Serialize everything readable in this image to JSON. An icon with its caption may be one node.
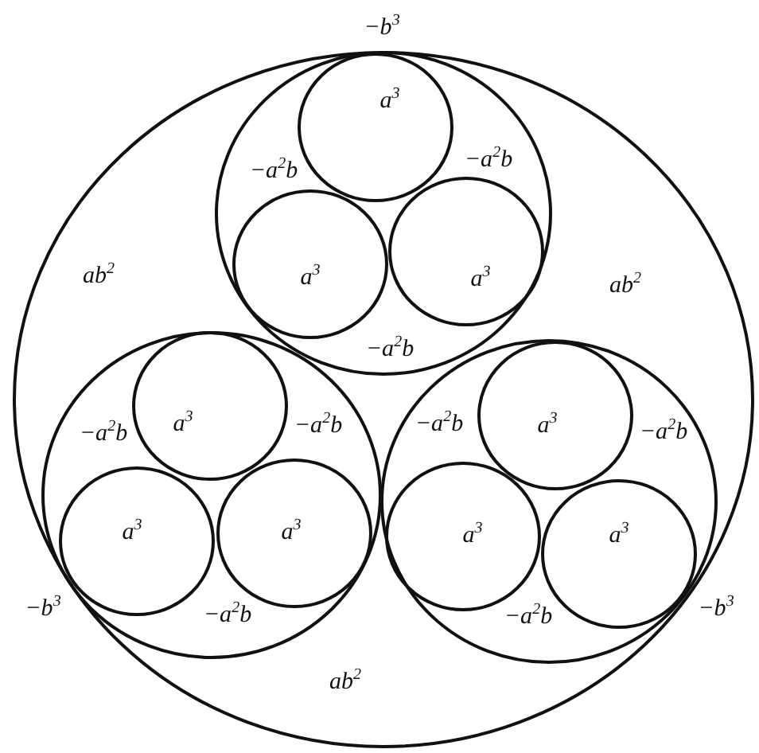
{
  "diagram": {
    "nodes": [
      {
        "text": [
          "ab$^{2}$",
          "ab$^{2}$",
          "ab$^{2}$"
        ]
      },
      {
        "text": [
          "−a$^{2}$b",
          "−a$^{2}$b",
          "−a$^{2}$b"
        ],
        "in": 0
      },
      {
        "text": [
          "a$^{3}$"
        ],
        "in": 1
      },
      {
        "text": [
          "a$^{3}$"
        ],
        "in": 1
      },
      {
        "text": [
          "a$^{3}$"
        ],
        "in": 1
      },
      {
        "text": [
          "−a$^{2}$b",
          "−a$^{2}$b",
          "−a$^{2}$b"
        ],
        "in": 0
      },
      {
        "text": [
          "a$^{3}$"
        ],
        "in": 5
      },
      {
        "text": [
          "a$^{3}$"
        ],
        "in": 5
      },
      {
        "text": [
          "a$^{3}$"
        ],
        "in": 5
      },
      {
        "text": [
          "−a$^{2}$b",
          "−a$^{2}$b",
          "−a$^{2}$b"
        ],
        "in": 0
      },
      {
        "text": [
          "a$^{3}$"
        ],
        "in": 9
      },
      {
        "text": [
          "a$^{3}$"
        ],
        "in": 9
      },
      {
        "text": [
          "a$^{3}$"
        ],
        "in": 9
      }
    ],
    "labels": [
      "−b$^{3}$",
      "−b$^{3}$",
      "−b$^{3}$"
    ]
  }
}
